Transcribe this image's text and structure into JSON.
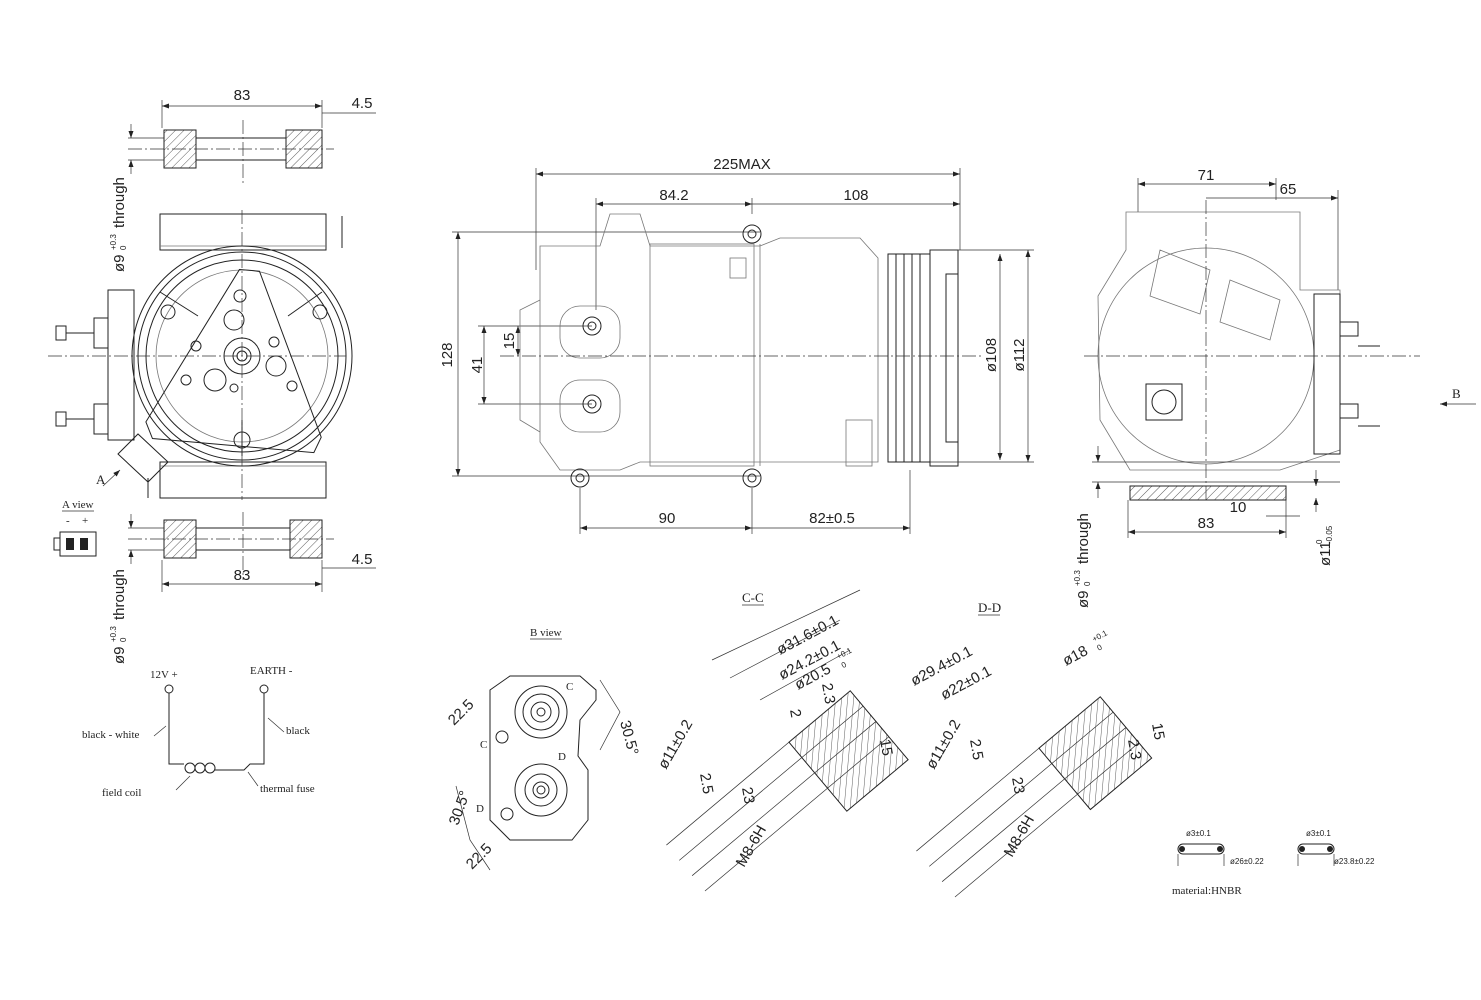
{
  "dims": {
    "top_len": "83",
    "top_gap": "4.5",
    "bot_len": "83",
    "bot_gap": "4.5",
    "hole_top": "ø9",
    "hole_top_tol_plus": "+0.3",
    "hole_top_tol_minus": "0",
    "hole_top_through": "through",
    "hole_bot": "ø9",
    "hole_bot_tol_plus": "+0.3",
    "hole_bot_tol_minus": "0",
    "hole_bot_through": "through",
    "overall": "225MAX",
    "d84": "84.2",
    "d108": "108",
    "h128": "128",
    "h41": "41",
    "h15": "15",
    "dia108": "ø108",
    "dia112": "ø112",
    "b90": "90",
    "b82": "82±0.5",
    "r71": "71",
    "r65": "65",
    "r83": "83",
    "r10": "10",
    "r_dia11": "ø11",
    "r_dia11_tol_minus": "-0.05",
    "r_dia11_tol_plus": "0",
    "r_hole": "ø9",
    "r_hole_tol_plus": "+0.3",
    "r_hole_tol_minus": "0",
    "r_hole_through": "through",
    "arrow_b": "B"
  },
  "labels": {
    "a_view": "A view",
    "a_minus": "-",
    "a_plus": "+",
    "arrow_a": "A",
    "b_view": "B view",
    "cc": "C-C",
    "dd": "D-D",
    "c_letter": "C",
    "d_letter": "D",
    "material": "material:HNBR"
  },
  "bview": {
    "a1": "22.5",
    "a2": "30.5°",
    "a3": "30.5°",
    "a4": "22.5"
  },
  "cc": {
    "d1": "ø31.6±0.1",
    "d2": "ø24.2±0.1",
    "d3": "ø20.5",
    "d3_tol_plus": "+0.1",
    "d3_tol_minus": "0",
    "d4": "ø11±0.2",
    "v1": "2.3",
    "v2": "2",
    "v3": "15",
    "v4": "2.5",
    "v5": "23",
    "thread": "M8-6H"
  },
  "dd": {
    "d1": "ø29.4±0.1",
    "d2": "ø22±0.1",
    "d3": "ø18",
    "d3_tol_plus": "+0.1",
    "d3_tol_minus": "0",
    "d4": "ø11±0.2",
    "v1": "15",
    "v2": "2.3",
    "v3": "2.5",
    "v4": "23",
    "thread": "M8-6H"
  },
  "wiring": {
    "v12": "12V +",
    "earth": "EARTH -",
    "bw": "black - white",
    "black": "black",
    "coil": "field coil",
    "fuse": "thermal fuse"
  },
  "orings": {
    "a_cs": "ø3±0.1",
    "a_id": "ø26±0.22",
    "b_cs": "ø3±0.1",
    "b_id": "ø23.8±0.22"
  }
}
